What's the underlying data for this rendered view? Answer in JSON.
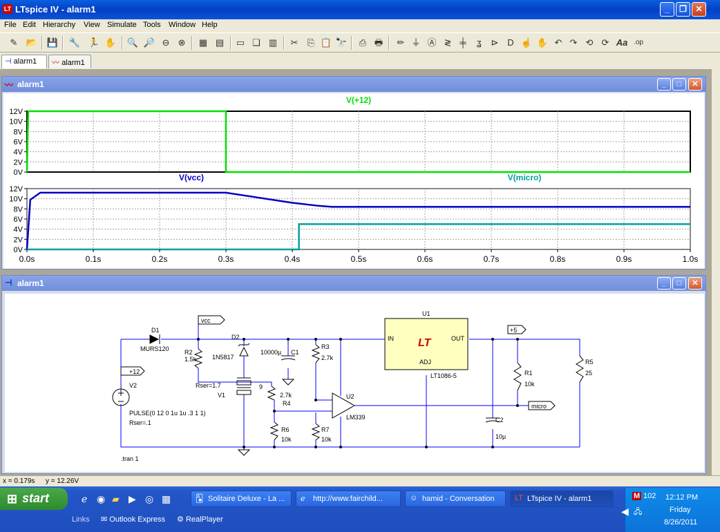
{
  "window": {
    "title": "LTspice IV - alarm1"
  },
  "menu": [
    "File",
    "Edit",
    "Hierarchy",
    "View",
    "Simulate",
    "Tools",
    "Window",
    "Help"
  ],
  "tabs": [
    {
      "label": "alarm1"
    },
    {
      "label": "alarm1"
    }
  ],
  "waveform": {
    "title": "alarm1",
    "traces": {
      "v12": "V(+12)",
      "vcc": "V(vcc)",
      "micro": "V(micro)"
    },
    "yticks_top": [
      "12V",
      "10V",
      "8V",
      "6V",
      "4V",
      "2V",
      "0V"
    ],
    "yticks_bottom": [
      "12V",
      "10V",
      "8V",
      "6V",
      "4V",
      "2V",
      "0V"
    ],
    "xticks": [
      "0.0s",
      "0.1s",
      "0.2s",
      "0.3s",
      "0.4s",
      "0.5s",
      "0.6s",
      "0.7s",
      "0.8s",
      "0.9s",
      "1.0s"
    ],
    "colors": {
      "v12": "#00e000",
      "vcc": "#0000c0",
      "micro": "#00a0a0",
      "grid": "#a0a0a0"
    }
  },
  "chart_data": [
    {
      "type": "line",
      "title": "",
      "ylim": [
        0,
        12
      ],
      "xlim": [
        0,
        1.0
      ],
      "series": [
        {
          "name": "V(+12)",
          "x": [
            0,
            0.002,
            0.3,
            0.3,
            1.0
          ],
          "y": [
            0,
            12,
            12,
            0,
            0
          ]
        }
      ]
    },
    {
      "type": "line",
      "title": "",
      "ylim": [
        0,
        12
      ],
      "xlim": [
        0,
        1.0
      ],
      "series": [
        {
          "name": "V(vcc)",
          "x": [
            0,
            0.005,
            0.02,
            0.3,
            0.35,
            0.4,
            0.44,
            0.46,
            1.0
          ],
          "y": [
            0,
            9.8,
            11.2,
            11.2,
            10.2,
            9.2,
            8.6,
            8.4,
            8.4
          ]
        },
        {
          "name": "V(micro)",
          "x": [
            0,
            0.41,
            0.41,
            1.0
          ],
          "y": [
            0,
            0,
            5,
            5
          ]
        }
      ]
    }
  ],
  "schematic": {
    "title": "alarm1",
    "labels": {
      "d1": "D1",
      "d1v": "MURS120",
      "d2": "D2",
      "d2v": "1N5817",
      "r2": "R2",
      "r2v": "1.5k",
      "vccnet": "vcc",
      "c1": "C1",
      "c1v": "10000µ",
      "r3": "R3",
      "r3v": "2.7k",
      "u1": "U1",
      "u1in": "IN",
      "u1out": "OUT",
      "u1adj": "ADJ",
      "u1v": "LT1086-5",
      "n5": "+5",
      "r1": "R1",
      "r1v": "10k",
      "r5": "R5",
      "r5v": "25",
      "n12": "+12",
      "v2": "V2",
      "rser1": "Rser=1.7",
      "v1": "V1",
      "v1v": "9",
      "r4v": "2.7k",
      "r4": "R4",
      "u2": "U2",
      "u2v": "LM339",
      "micro": "micro",
      "c2": "C2",
      "c2v": "10µ",
      "pulse": "PULSE(0 12 0 1u 1u .3 1 1)",
      "rser2": "Rser=.1",
      "r6": "R6",
      "r6v": "10k",
      "r7": "R7",
      "r7v": "10k",
      "tran": ".tran 1"
    }
  },
  "status": {
    "x": "x = 0.179s",
    "y": "y = 12.26V"
  },
  "taskbar": {
    "start": "start",
    "tasks": [
      "Solitaire Deluxe - La ...",
      "http://www.fairchild...",
      "hamid - Conversation",
      "LTspice IV - alarm1"
    ],
    "links_label": "Links",
    "quick": [
      "Outlook Express",
      "RealPlayer"
    ],
    "clock": {
      "time": "12:12 PM",
      "day": "Friday",
      "date": "8/26/2011"
    },
    "tray_text": "102"
  }
}
